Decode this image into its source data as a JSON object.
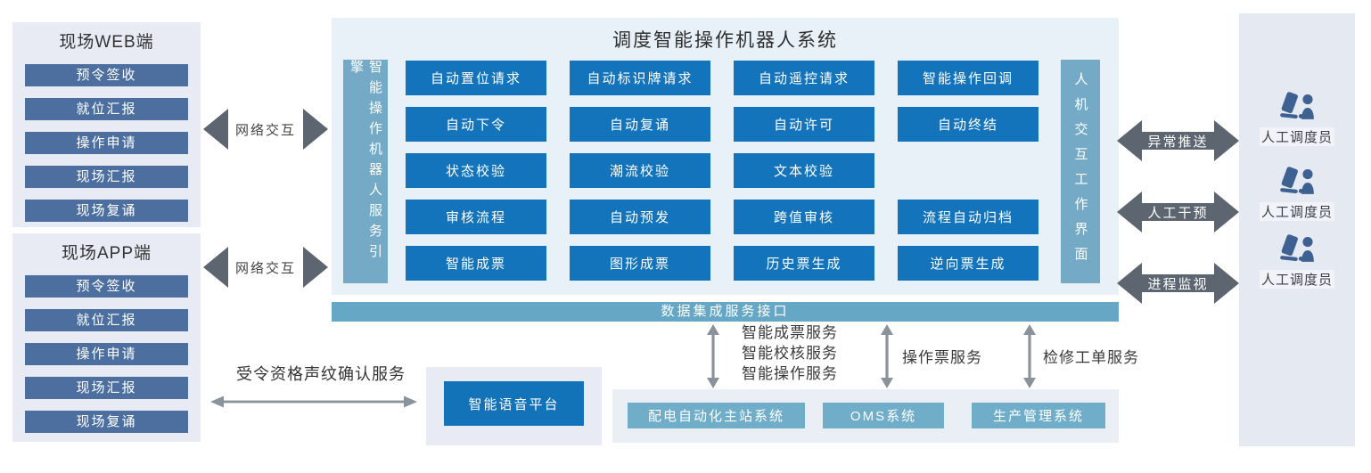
{
  "colors": {
    "primary_blue": "#1474bb",
    "slate_blue": "#4c6f9f",
    "teal_bar": "#74aac6",
    "integration_teal": "#66a7c5",
    "system_teal": "#6fadc9",
    "arrow_gray": "#5d6570",
    "thin_arrow_gray": "#8a929b",
    "panel_light_blue": "#e8f1f8",
    "panel_lavender": "#e8ebf4",
    "operator_icon_blue": "#3d6190"
  },
  "web_panel": {
    "title": "现场WEB端",
    "items": [
      "预令签收",
      "就位汇报",
      "操作申请",
      "现场汇报",
      "现场复诵"
    ]
  },
  "app_panel": {
    "title": "现场APP端",
    "items": [
      "预令签收",
      "就位汇报",
      "操作申请",
      "现场汇报",
      "现场复诵"
    ]
  },
  "network_arrows": [
    "网络交互",
    "网络交互"
  ],
  "main": {
    "title": "调度智能操作机器人系统",
    "engine_bar": "智能操作机器人服务引擎",
    "hmi_bar": "人机交互工作界面",
    "grid": [
      [
        "自动置位请求",
        "自动标识牌请求",
        "自动遥控请求",
        "智能操作回调"
      ],
      [
        "自动下令",
        "自动复诵",
        "自动许可",
        "自动终结"
      ],
      [
        "状态校验",
        "潮流校验",
        "文本校验",
        null
      ],
      [
        "审核流程",
        "自动预发",
        "跨值审核",
        "流程自动归档"
      ],
      [
        "智能成票",
        "图形成票",
        "历史票生成",
        "逆向票生成"
      ]
    ]
  },
  "right_arrows": [
    "异常推送",
    "人工干预",
    "进程监视"
  ],
  "operators": [
    {
      "label": "人工调度员"
    },
    {
      "label": "人工调度员"
    },
    {
      "label": "人工调度员"
    }
  ],
  "integration_bar": "数据集成服务接口",
  "service_links": {
    "group1": [
      "智能成票服务",
      "智能校核服务",
      "智能操作服务"
    ],
    "group2": "操作票服务",
    "group3": "检修工单服务"
  },
  "systems": [
    "配电自动化主站系统",
    "OMS系统",
    "生产管理系统"
  ],
  "voice": {
    "arrow_label": "受令资格声纹确认服务",
    "platform": "智能语音平台"
  }
}
